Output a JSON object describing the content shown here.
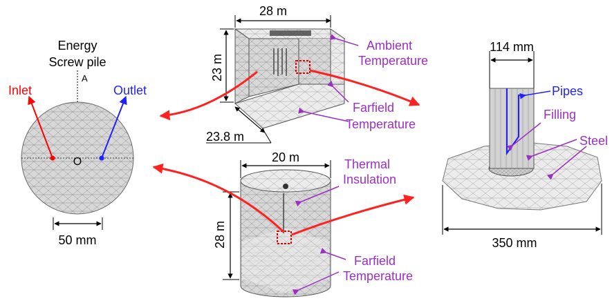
{
  "colors": {
    "inlet": "#ff0000",
    "outlet": "#1f1fff",
    "annotation": "#9b2fc2",
    "arrow": "#ff2020",
    "mesh_fill": "#d6d6d6",
    "mesh_line": "#8a8a8a",
    "dimension": "#000000"
  },
  "pile_section": {
    "title_line1": "Energy",
    "title_line2": "Screw pile",
    "axis_label": "A",
    "center_label": "O",
    "inlet_label": "Inlet",
    "outlet_label": "Outlet",
    "diameter_label": "50 mm"
  },
  "box_domain": {
    "width_label": "28 m",
    "height_label": "23 m",
    "depth_label": "23.8 m",
    "ambient_line1": "Ambient",
    "ambient_line2": "Temperature",
    "farfield_line1": "Farfield",
    "farfield_line2": "Temperature"
  },
  "cylinder_domain": {
    "diameter_label": "20 m",
    "height_label": "28 m",
    "insulation_line1": "Thermal",
    "insulation_line2": "Insulation",
    "farfield_line1": "Farfield",
    "farfield_line2": "Temperature"
  },
  "pile_detail": {
    "pile_diameter_label": "114 mm",
    "pipes_label": "Pipes",
    "filling_label": "Filling",
    "steel_label": "Steel",
    "plate_diameter_label": "350 mm"
  }
}
